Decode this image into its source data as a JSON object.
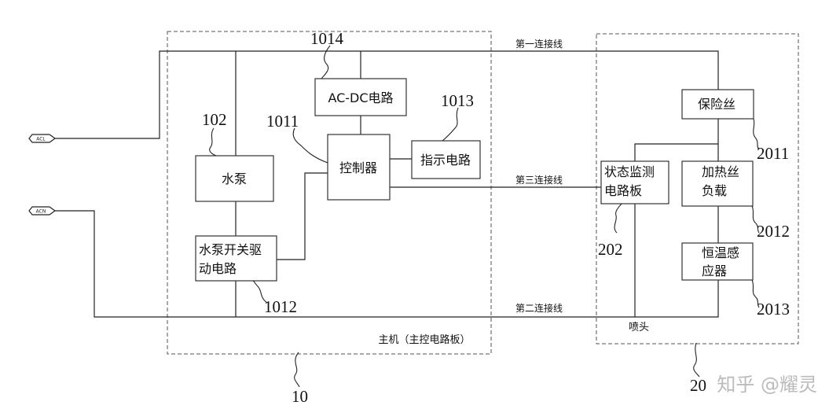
{
  "terminals": {
    "acl": "ACL",
    "acn": "ACN"
  },
  "host": {
    "caption": "主机（主控电路板）",
    "ref": "10",
    "blocks": {
      "acdc": "AC-DC电路",
      "controller": "控制器",
      "indicator": "指示电路",
      "pump": "水泵",
      "pump_driver_l1": "水泵开关驱",
      "pump_driver_l2": "动电路"
    },
    "refs": {
      "acdc": "1014",
      "controller": "1011",
      "indicator": "1013",
      "pump": "102",
      "pump_driver": "1012"
    }
  },
  "nozzle": {
    "caption": "喷头",
    "ref": "20",
    "blocks": {
      "fuse": "保险丝",
      "monitor_l1": "状态监测",
      "monitor_l2": "电路板",
      "heater_l1": "加热丝",
      "heater_l2": "负载",
      "thermo_l1": "恒温感",
      "thermo_l2": "应器"
    },
    "refs": {
      "fuse": "2011",
      "monitor": "202",
      "heater": "2012",
      "thermo": "2013"
    }
  },
  "wires": {
    "first": "第一连接线",
    "second": "第二连接线",
    "third": "第三连接线"
  },
  "watermark": "知乎 @耀灵"
}
